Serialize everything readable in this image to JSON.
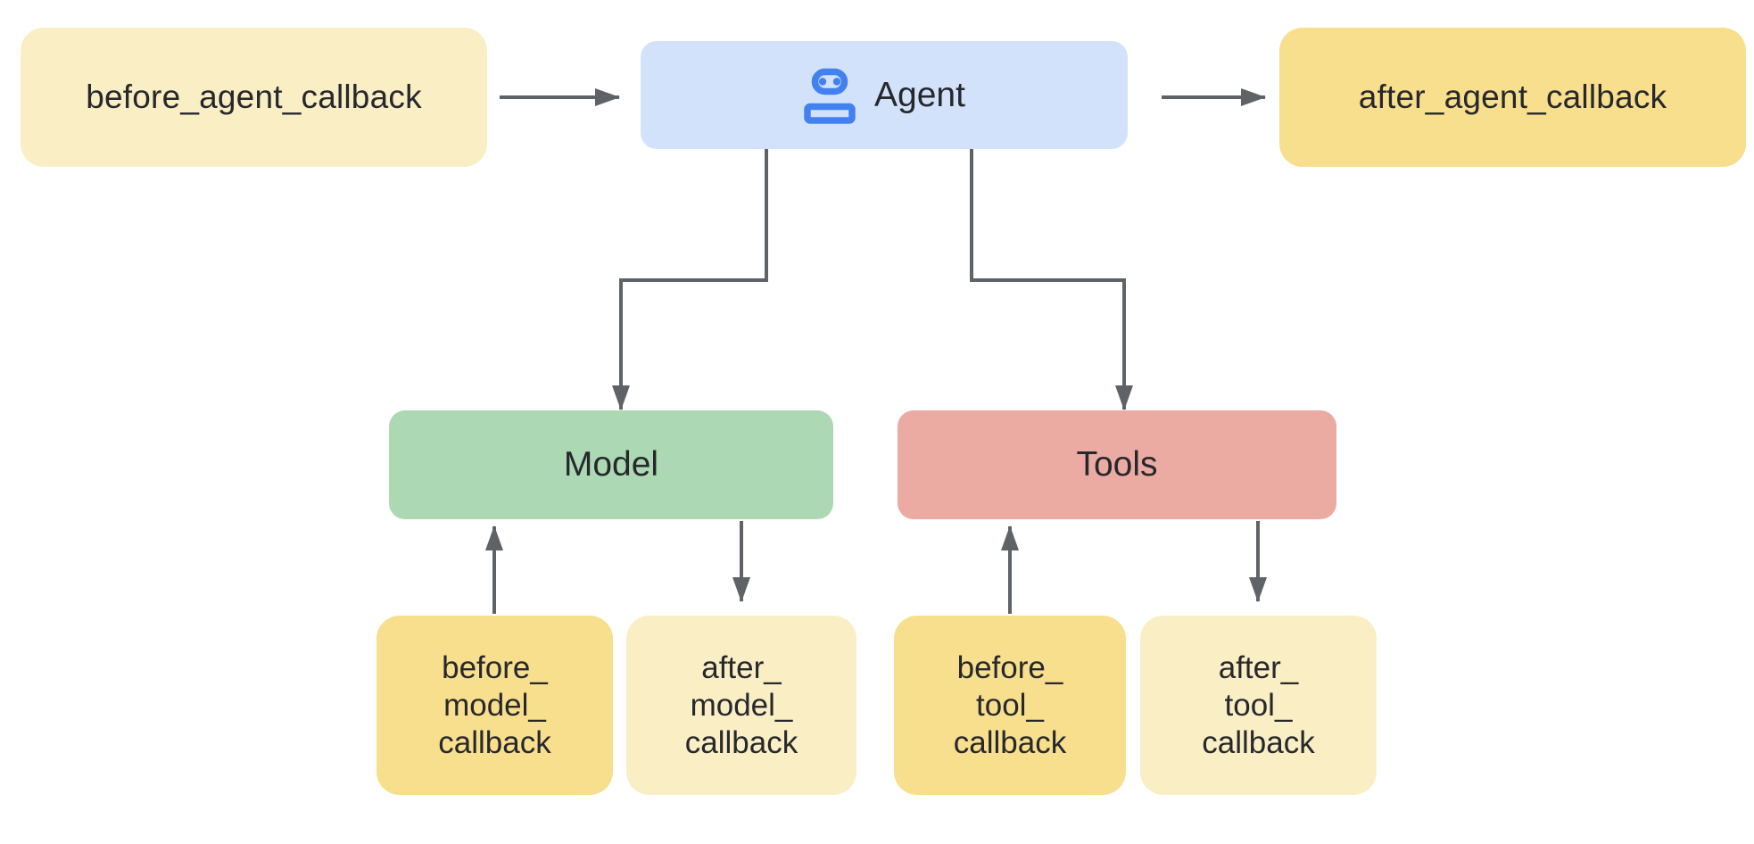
{
  "colors": {
    "canvas-bg": "#FFFFFF",
    "cream": "#FAEEC5",
    "yellow": "#F7DF8D",
    "blue": "#D3E2FB",
    "icon-blue": "#4381F0",
    "green": "#ACD9B4",
    "pink": "#EBABA3",
    "arrow": "#5F6368",
    "text": "#26282C"
  },
  "nodes": {
    "before_agent": {
      "label": "before_agent_callback"
    },
    "agent": {
      "label": "Agent",
      "icon": "robot-icon"
    },
    "after_agent": {
      "label": "after_agent_callback"
    },
    "model": {
      "label": "Model"
    },
    "tools": {
      "label": "Tools"
    },
    "before_model": {
      "line1": "before_",
      "line2": "model_",
      "line3": "callback"
    },
    "after_model": {
      "line1": "after_",
      "line2": "model_",
      "line3": "callback"
    },
    "before_tool": {
      "line1": "before_",
      "line2": "tool_",
      "line3": "callback"
    },
    "after_tool": {
      "line1": "after_",
      "line2": "tool_",
      "line3": "callback"
    }
  },
  "edges": [
    {
      "from": "before_agent_callback",
      "to": "Agent"
    },
    {
      "from": "Agent",
      "to": "after_agent_callback"
    },
    {
      "from": "Agent",
      "to": "Model"
    },
    {
      "from": "Agent",
      "to": "Tools"
    },
    {
      "from": "before_model_callback",
      "to": "Model"
    },
    {
      "from": "Model",
      "to": "after_model_callback"
    },
    {
      "from": "before_tool_callback",
      "to": "Tools"
    },
    {
      "from": "Tools",
      "to": "after_tool_callback"
    }
  ]
}
